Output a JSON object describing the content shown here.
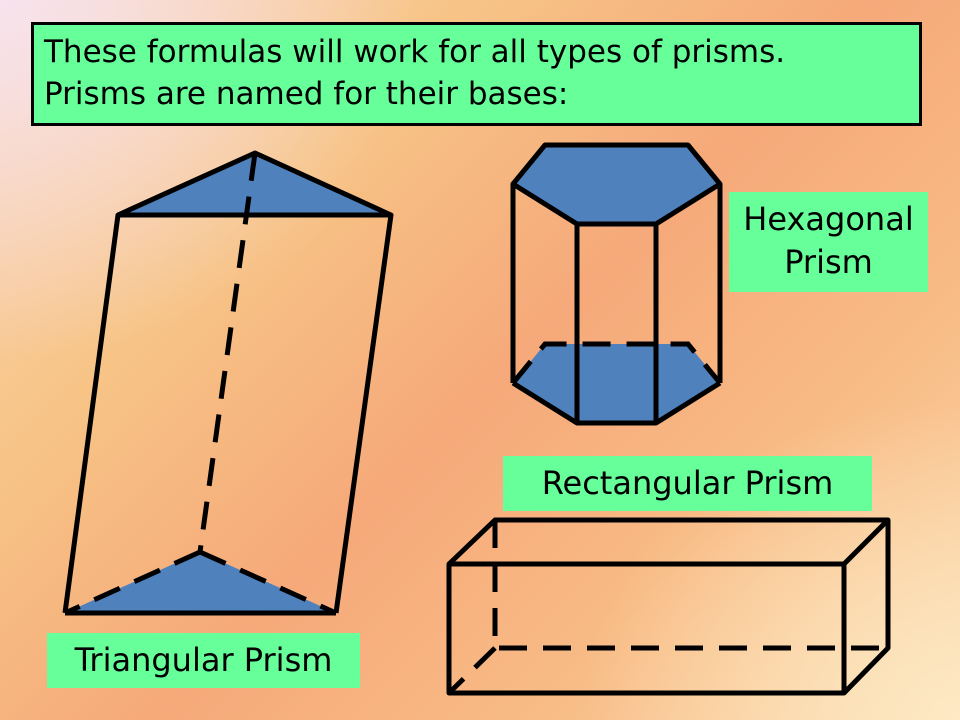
{
  "header": {
    "line1": "These formulas will work for all types of prisms.",
    "line2": "Prisms are named for their bases:"
  },
  "labels": {
    "hexagonal": [
      "Hexagonal",
      "Prism"
    ],
    "rectangular": "Rectangular Prism",
    "triangular": "Triangular Prism"
  },
  "colors": {
    "label_fill": "#66ff99",
    "base_fill": "#4f81bd",
    "outline": "#000000"
  }
}
